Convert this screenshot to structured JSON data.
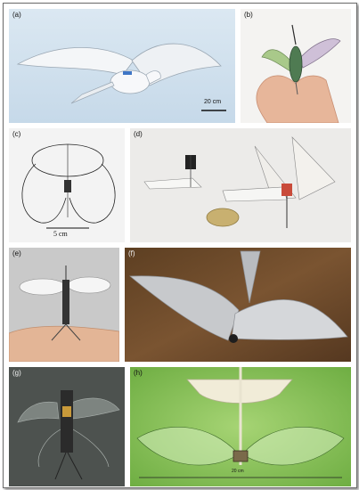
{
  "panels": [
    {
      "id": "a",
      "label": "(a)",
      "scale": "20 cm"
    },
    {
      "id": "b",
      "label": "(b)"
    },
    {
      "id": "c",
      "label": "(c)",
      "scale": "5 cm"
    },
    {
      "id": "d",
      "label": "(d)"
    },
    {
      "id": "e",
      "label": "(e)"
    },
    {
      "id": "f",
      "label": "(f)"
    },
    {
      "id": "g",
      "label": "(g)"
    },
    {
      "id": "h",
      "label": "(h)",
      "scale": "20 cm"
    }
  ],
  "colors": {
    "panel_a_bg": "#cfe0ee",
    "panel_g_bg": "#4d524f",
    "panel_h_bg": "#8fc55c",
    "panel_f_bg": "#6a4a2a"
  }
}
